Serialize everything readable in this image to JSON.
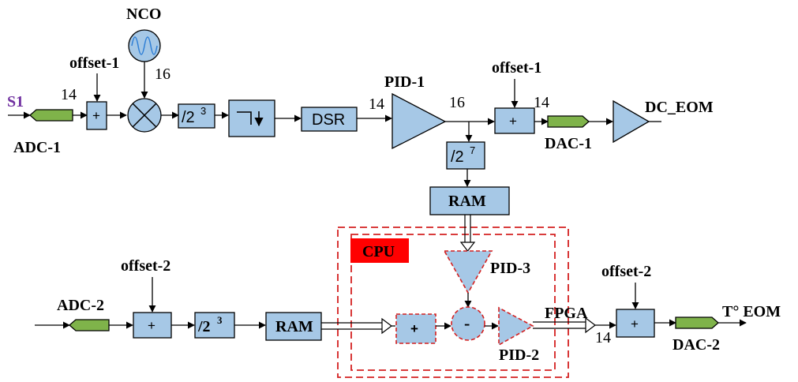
{
  "labels": {
    "nco": "NCO",
    "s1": "S1",
    "adc1": "ADC-1",
    "offset1_in": "offset-1",
    "offset1_out": "offset-1",
    "pid1": "PID-1",
    "dsr": "DSR",
    "dac1": "DAC-1",
    "dc_eom": "DC_EOM",
    "ram_top": "RAM",
    "cpu": "CPU",
    "pid3": "PID-3",
    "pid2": "PID-2",
    "fpga": "FPGA",
    "offset2_in": "offset-2",
    "offset2_out": "offset-2",
    "adc2": "ADC-2",
    "ram_bottom": "RAM",
    "dac2": "DAC-2",
    "t_eom": "T° EOM",
    "div_base": "/2",
    "div_exp_top": "3",
    "div_exp_pid": "7",
    "div_exp_bot": "3",
    "plus": "+",
    "minus": "-"
  },
  "bit_widths": {
    "adc1": "14",
    "nco": "16",
    "dsr_out": "14",
    "pid1_out": "16",
    "dac1_in": "14",
    "fpga_out": "14"
  },
  "colors": {
    "block_fill": "#a6c8e6",
    "converter_fill": "#7fb34a",
    "cpu_dashed": "#d42020",
    "cpu_label_bg": "#ff0000",
    "s1_text": "#7030a0"
  }
}
